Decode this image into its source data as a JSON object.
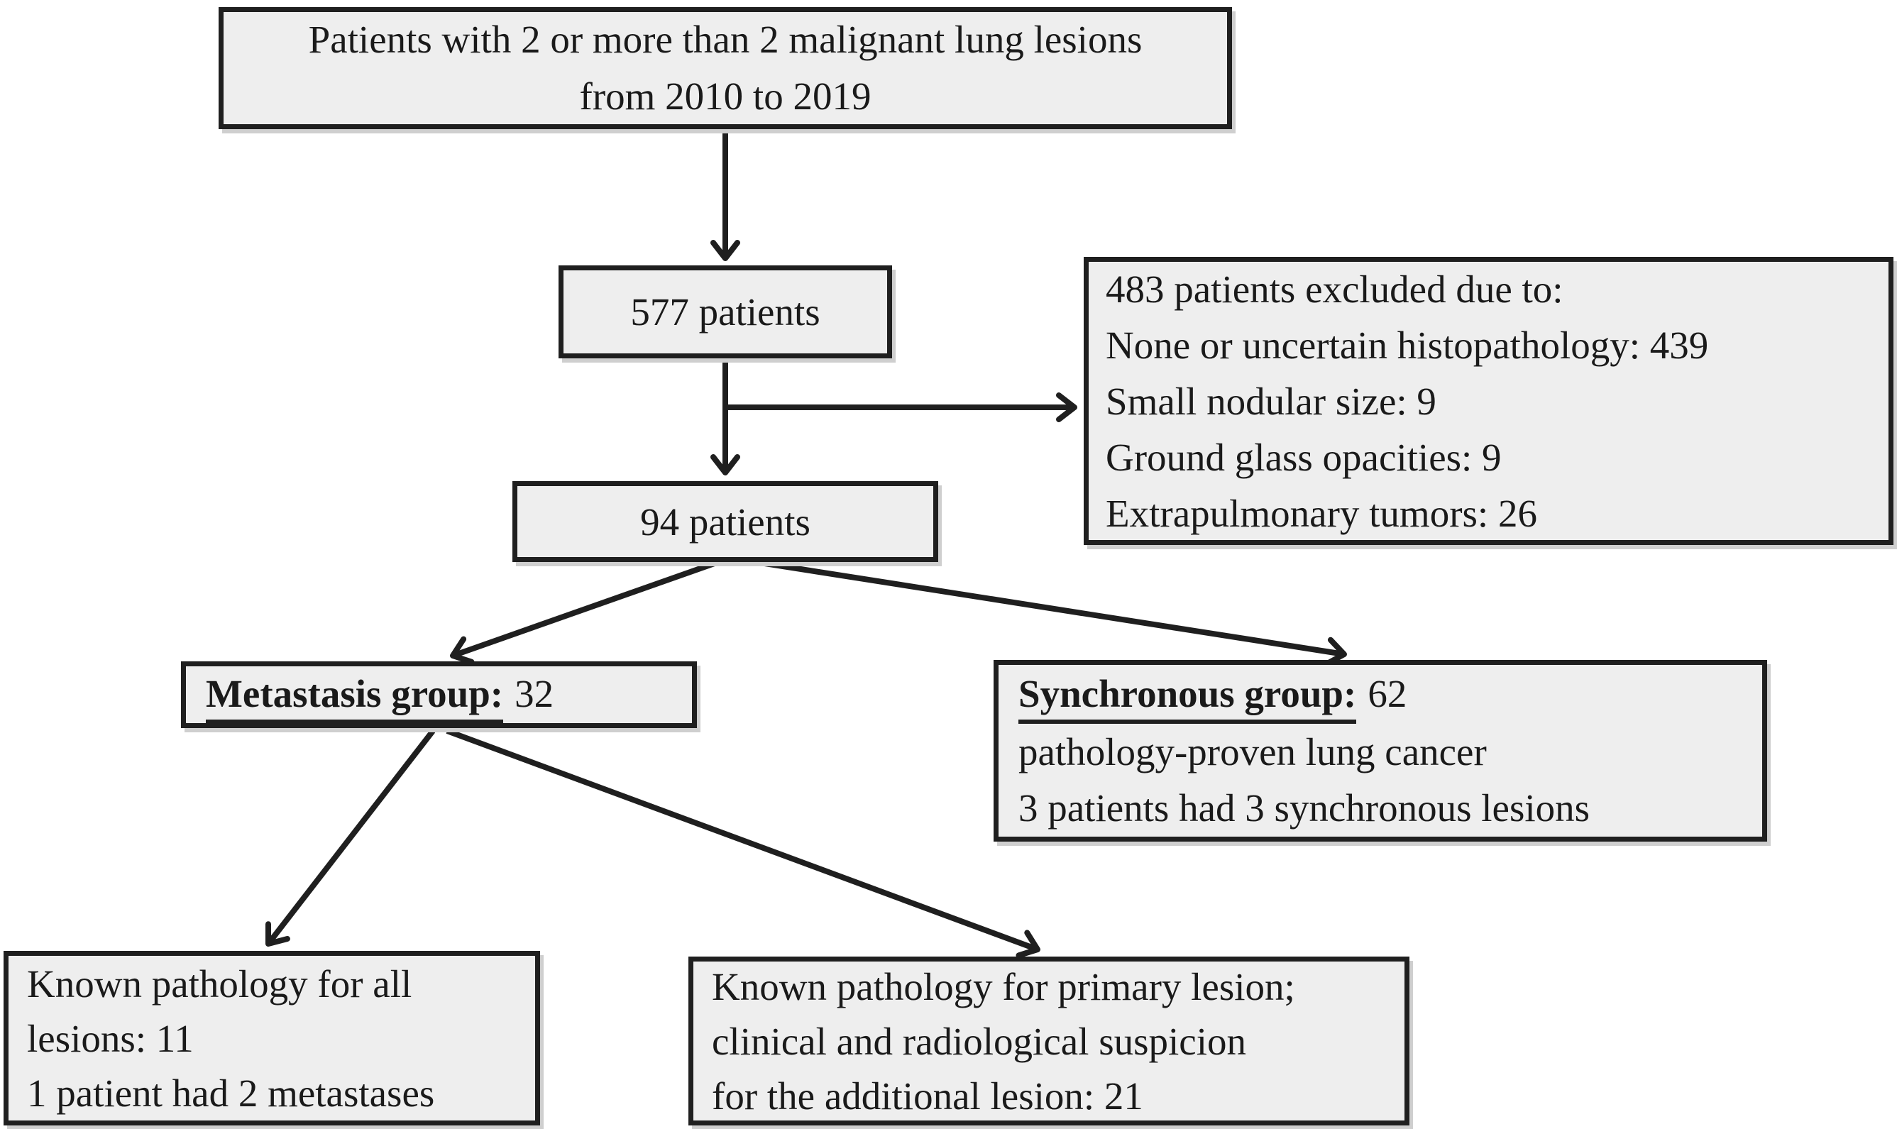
{
  "figure": {
    "background_color": "#ffffff",
    "box_fill_color": "#eeeeee",
    "box_border_color": "#1f1f1f",
    "arrow_color": "#1f1f1f"
  },
  "nodes": {
    "source": {
      "lines": [
        "Patients with 2 or more than 2 malignant lung lesions",
        "from 2010 to 2019"
      ]
    },
    "cohort_577": {
      "text": "577 patients"
    },
    "excluded": {
      "lines": [
        "483 patients excluded due to:",
        "None or uncertain histopathology: 439",
        "Small nodular size: 9",
        "Ground glass opacities: 9",
        "Extrapulmonary tumors: 26"
      ]
    },
    "cohort_94": {
      "text": "94 patients"
    },
    "metastasis": {
      "label": "Metastasis group:",
      "value": "32"
    },
    "synchronous": {
      "label": "Synchronous group:",
      "value": "62",
      "lines": [
        "pathology-proven lung cancer",
        "3 patients had 3 synchronous lesions"
      ]
    },
    "known_all_lesions": {
      "lines": [
        "Known pathology for all",
        "lesions: 11",
        "1 patient had 2 metastases"
      ]
    },
    "known_primary_lesion": {
      "lines": [
        "Known pathology for primary lesion;",
        "clinical and radiological suspicion",
        "for the additional lesion: 21"
      ]
    }
  }
}
